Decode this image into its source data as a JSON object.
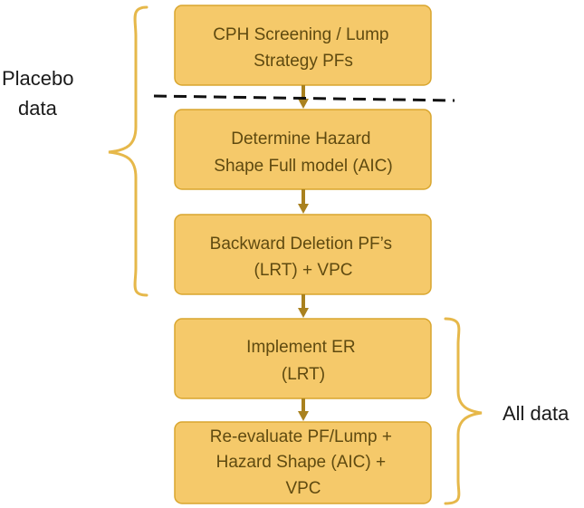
{
  "colors": {
    "box_fill": "#f5c96a",
    "box_stroke": "#d9a62e",
    "box_text": "#5f4a10",
    "arrow": "#a9811f",
    "brace": "#e6b84a",
    "dashed_line": "#111111",
    "label_text": "#1a1a1a"
  },
  "steps": [
    {
      "lines": [
        "CPH Screening / Lump",
        "Strategy PFs"
      ]
    },
    {
      "lines": [
        "Determine Hazard",
        "Shape Full model (AIC)"
      ]
    },
    {
      "lines": [
        "Backward Deletion PF’s",
        "(LRT) + VPC"
      ]
    },
    {
      "lines": [
        "Implement ER",
        "(LRT)"
      ]
    },
    {
      "lines": [
        "Re-evaluate PF/Lump +",
        "Hazard Shape (AIC) +",
        "VPC"
      ]
    }
  ],
  "groups": {
    "placebo": {
      "lines": [
        "Placebo",
        "data"
      ]
    },
    "all": {
      "lines": [
        "All data"
      ]
    }
  }
}
